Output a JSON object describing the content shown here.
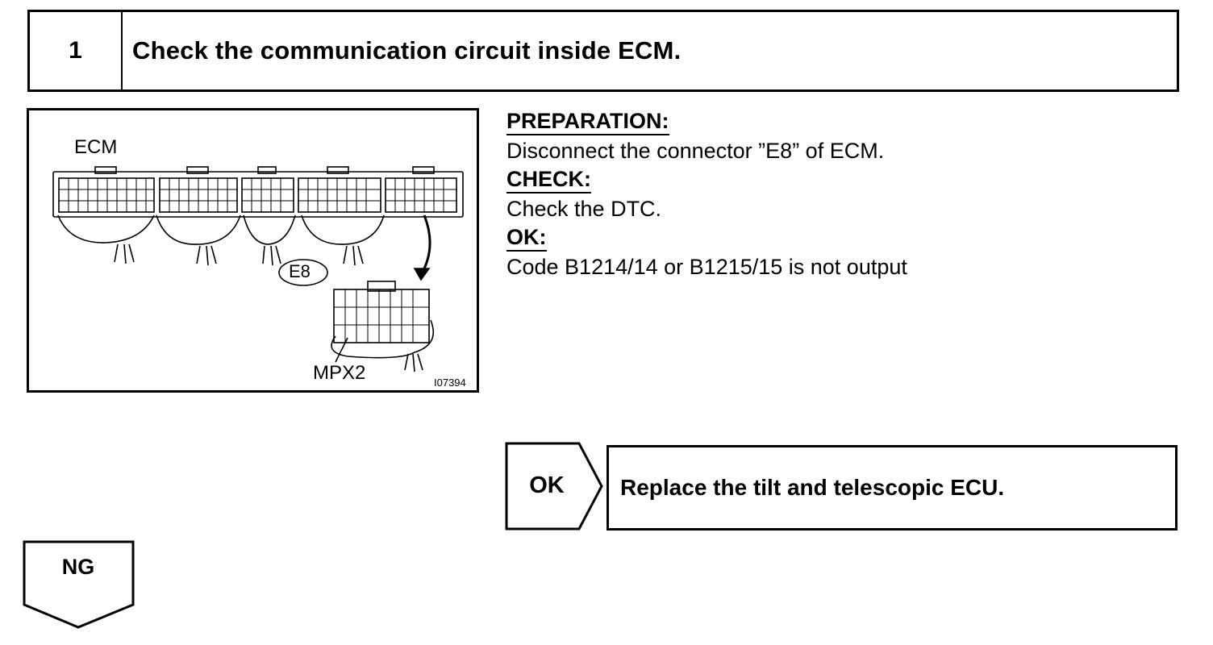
{
  "step": {
    "number": "1",
    "title": "Check the communication circuit inside ECM."
  },
  "figure": {
    "ecm_label": "ECM",
    "connector_label": "E8",
    "mpx_label": "MPX2",
    "illustration_code": "I07394"
  },
  "sections": [
    {
      "heading": "PREPARATION:",
      "text": "Disconnect the connector ”E8” of ECM."
    },
    {
      "heading": "CHECK:",
      "text": "Check the DTC."
    },
    {
      "heading": "OK:",
      "text": "Code B1214/14 or B1215/15 is not output"
    }
  ],
  "ok_branch": {
    "label": "OK",
    "action": "Replace the tilt and telescopic ECU."
  },
  "ng_branch": {
    "label": "NG"
  }
}
